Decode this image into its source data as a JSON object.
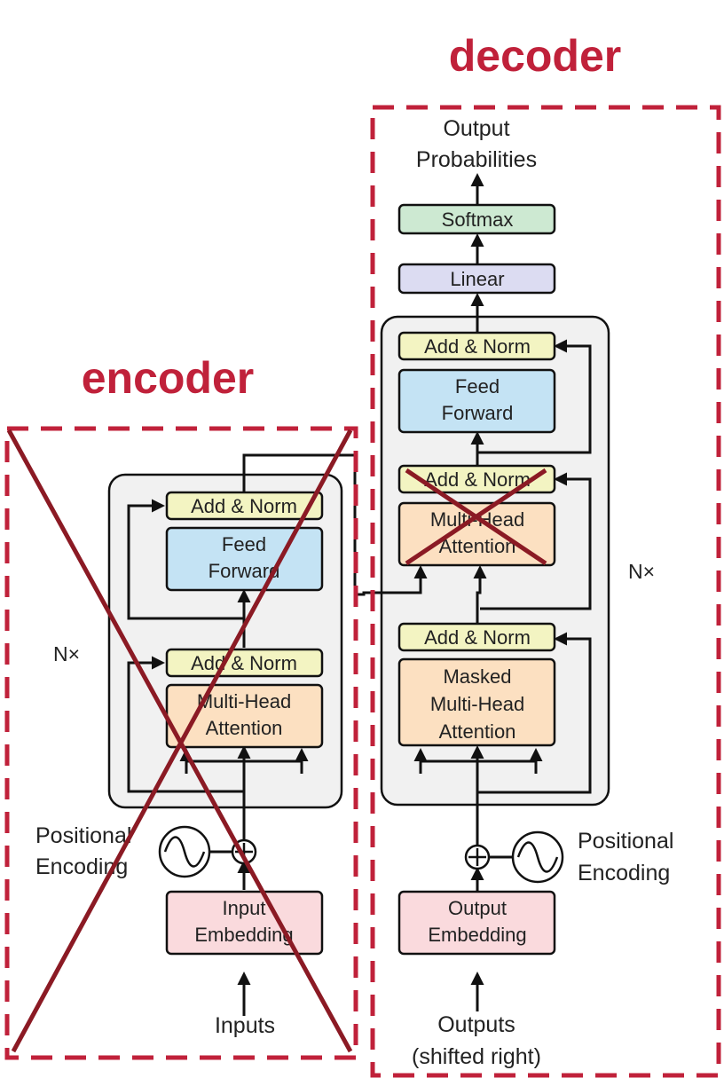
{
  "labels": {
    "decoder": "decoder",
    "encoder": "encoder"
  },
  "colors": {
    "accent_red": "#c0213a",
    "cross_red": "#8b1a24",
    "add_norm": "#f3f4c2",
    "feed_forward": "#c4e3f4",
    "attention": "#fce0c1",
    "embedding": "#fadadd",
    "linear": "#dcdcf2",
    "softmax": "#cde9d2",
    "stack_bg": "#f1f1f1"
  },
  "encoder": {
    "nx": "N×",
    "add_norm_top": "Add & Norm",
    "feed_forward": [
      "Feed",
      "Forward"
    ],
    "add_norm_bottom": "Add & Norm",
    "attention": [
      "Multi-Head",
      "Attention"
    ],
    "positional_encoding": [
      "Positional",
      "Encoding"
    ],
    "embedding": [
      "Input",
      "Embedding"
    ],
    "inputs": "Inputs"
  },
  "decoder": {
    "output_probabilities": [
      "Output",
      "Probabilities"
    ],
    "softmax": "Softmax",
    "linear": "Linear",
    "nx": "N×",
    "add_norm_top": "Add & Norm",
    "feed_forward": [
      "Feed",
      "Forward"
    ],
    "add_norm_middle": "Add & Norm",
    "cross_attention": [
      "Multi-Head",
      "Attention"
    ],
    "add_norm_bottom": "Add & Norm",
    "masked_attention": [
      "Masked",
      "Multi-Head",
      "Attention"
    ],
    "positional_encoding": [
      "Positional",
      "Encoding"
    ],
    "embedding": [
      "Output",
      "Embedding"
    ],
    "outputs": [
      "Outputs",
      "(shifted right)"
    ]
  }
}
